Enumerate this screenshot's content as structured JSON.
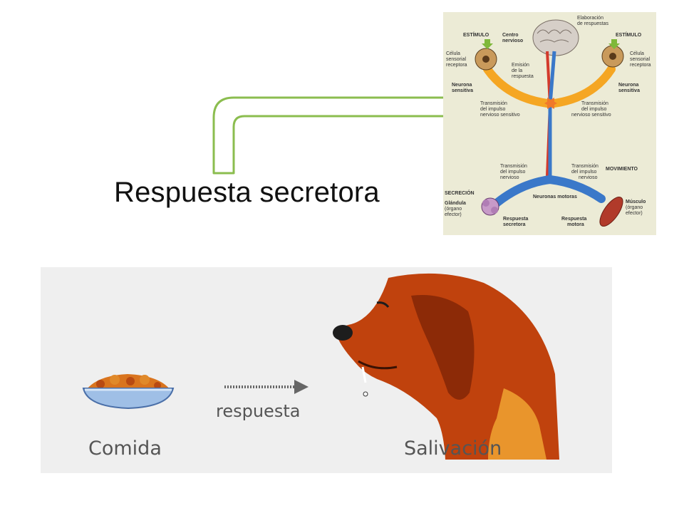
{
  "slide": {
    "title": "Respuesta secretora"
  },
  "reflex_diagram": {
    "labels": {
      "elaboracion_1": "Elaboración",
      "elaboracion_2": "de respuestas",
      "estimulo_left": "ESTÍMULO",
      "estimulo_right": "ESTÍMULO",
      "centro_1": "Centro",
      "centro_2": "nervioso",
      "celula_l1": "Célula",
      "celula_l2": "sensorial",
      "celula_l3": "receptora",
      "celula_r1": "Célula",
      "celula_r2": "sensorial",
      "celula_r3": "receptora",
      "emision_1": "Emisión",
      "emision_2": "de la",
      "emision_3": "respuesta",
      "neurona_l1": "Neurona",
      "neurona_l2": "sensitiva",
      "neurona_r1": "Neurona",
      "neurona_r2": "sensitiva",
      "trans_sens_l1": "Transmisión",
      "trans_sens_l2": "del impulso",
      "trans_sens_l3": "nervioso sensitivo",
      "trans_sens_r1": "Transmisión",
      "trans_sens_r2": "del impulso",
      "trans_sens_r3": "nervioso sensitivo",
      "trans_mot_l1": "Transmisión",
      "trans_mot_l2": "del impulso",
      "trans_mot_l3": "nervioso",
      "trans_mot_r1": "Transmisión",
      "trans_mot_r2": "del impulso",
      "trans_mot_r3": "nervioso",
      "movimiento": "MOVIMIENTO",
      "secrecion": "SECRECIÓN",
      "glandula_1": "Glándula",
      "glandula_2": "(órgano",
      "glandula_3": "efector)",
      "neuronas_motoras": "Neuronas motoras",
      "resp_secretora_1": "Respuesta",
      "resp_secretora_2": "secretora",
      "resp_motora_1": "Respuesta",
      "resp_motora_2": "motora",
      "musculo_1": "Músculo",
      "musculo_2": "(órgano",
      "musculo_3": "efector)"
    }
  },
  "dog_panel": {
    "food_label": "Comida",
    "arrow_label": "respuesta",
    "result_label": "Salivación"
  },
  "colors": {
    "connector_arrow": "#8bbd4f",
    "reflex_background": "#ecebd6",
    "panel_background": "#efefef",
    "sensory_path": "#f5a623",
    "motor_path": "#3a78c9",
    "descending_path": "#d33a2c",
    "dog_fur": "#c0420d"
  }
}
